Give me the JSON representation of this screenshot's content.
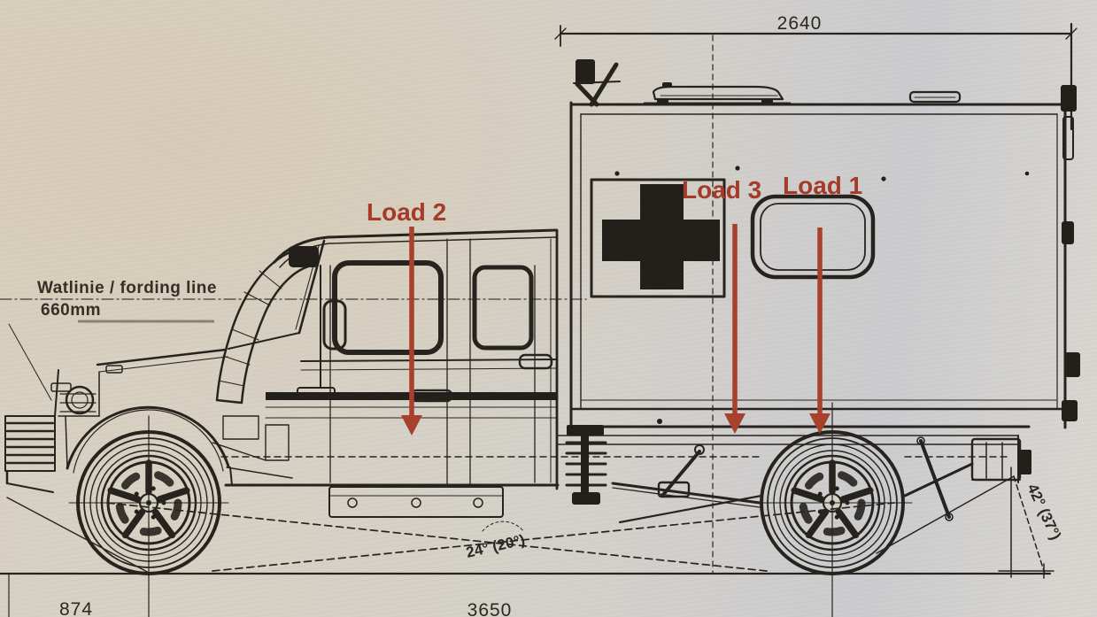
{
  "labels": {
    "dim_top": "2640",
    "fording_line_1": "Watlinie / fording line",
    "fording_line_2": "660mm",
    "load_1": "Load 1",
    "load_2": "Load 2",
    "load_3": "Load 3",
    "angle_breakover": "24° (20°)",
    "angle_departure": "42° (37°)",
    "dim_front_overhang": "874",
    "dim_wheelbase": "3650"
  },
  "colors": {
    "paper": "#d6d1c6",
    "ink": "#26221d",
    "annotation_red": "#a63a28"
  }
}
